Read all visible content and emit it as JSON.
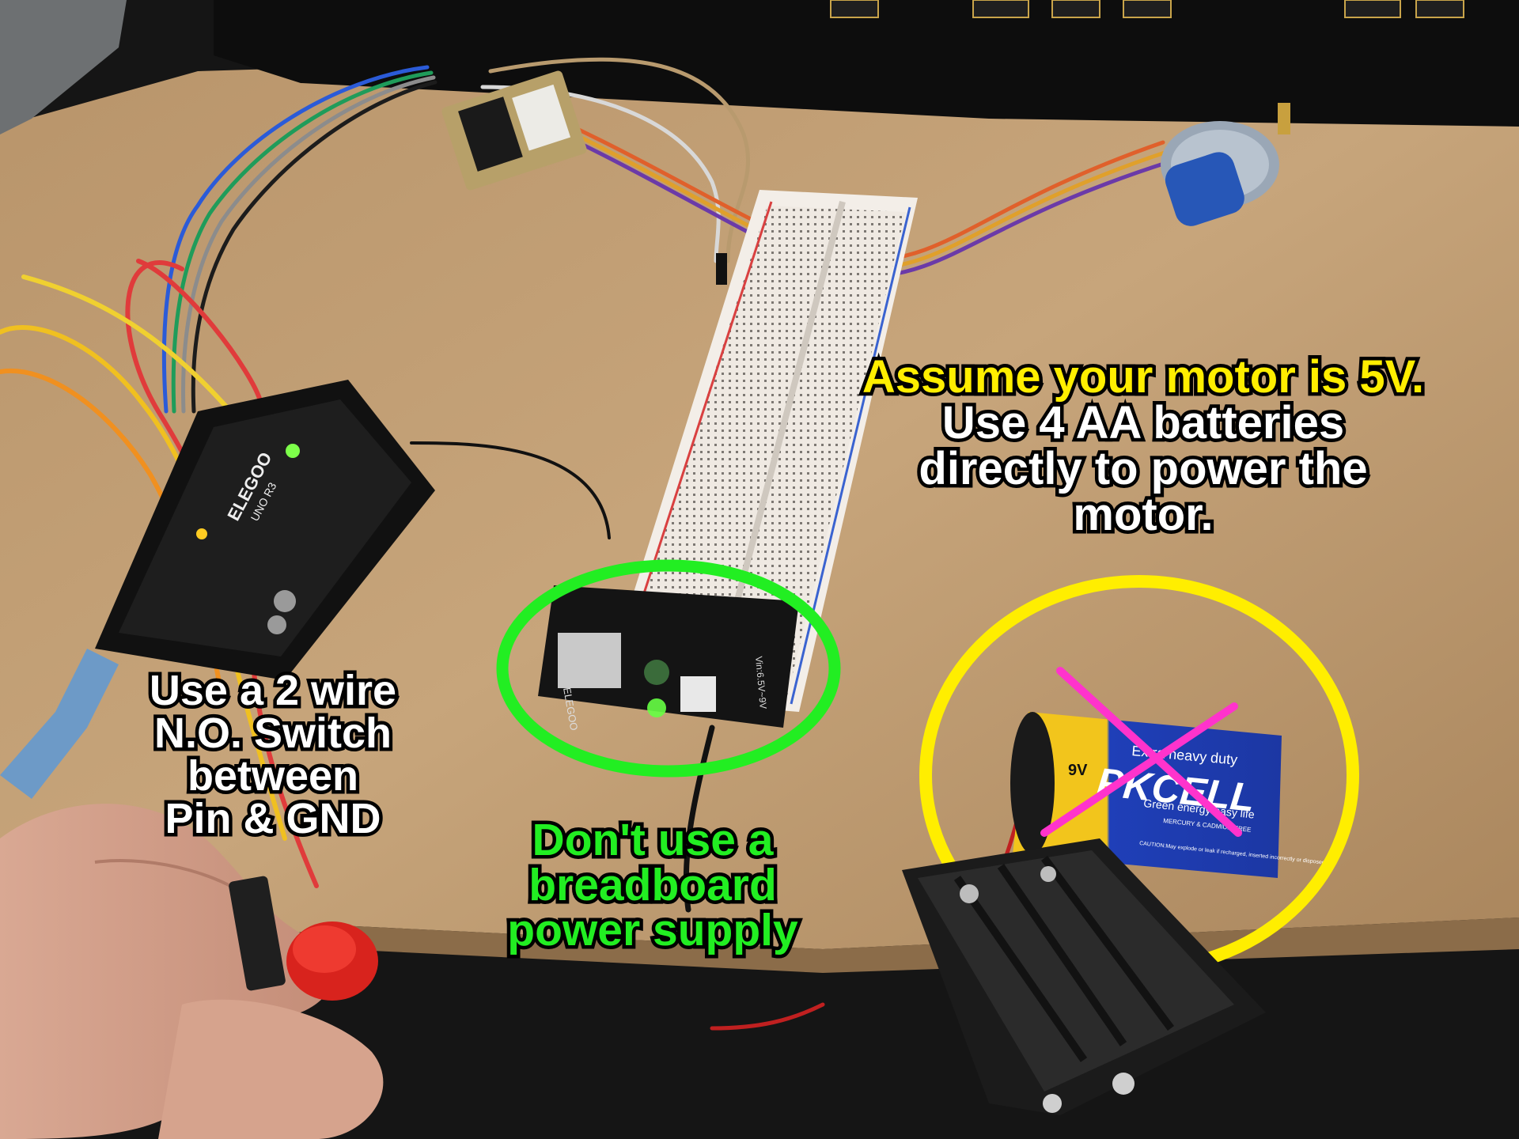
{
  "captions": {
    "motor": {
      "line1": "Assume your motor is 5V.",
      "line2": "Use 4 AA batteries",
      "line3": "directly to power the",
      "line4": "motor.",
      "highlight_color": "#ffee00",
      "color": "#ffffff"
    },
    "switch": {
      "line1": "Use a 2 wire",
      "line2": "N.O. Switch",
      "line3": "between",
      "line4": "Pin & GND",
      "color": "#ffffff"
    },
    "supply": {
      "line1": "Don't use a",
      "line2": "breadboard",
      "line3": "power supply",
      "color": "#22ee22"
    }
  },
  "board_labels": {
    "arduino_brand": "ELEGOO",
    "arduino_model": "UNO R3",
    "power_module_brand": "ELEGOO",
    "power_module_input": "Vin:6.5V~9V"
  },
  "battery_9v": {
    "voltage": "9V",
    "brand": "PKCELL",
    "tagline": "Extra heavy duty",
    "slogan": "Green energy easy life",
    "footnote": "MERCURY & CADMIUM FREE",
    "caution": "CAUTION:May explode or leak if recharged, inserted incorrectly or disposed of"
  },
  "annotations": {
    "ok_circle_color": "#22ee22",
    "warning_circle_color": "#ffee00",
    "cross_color": "#ff33cc"
  },
  "icons": [
    "stepper-motor-icon",
    "push-button-icon",
    "battery-holder-icon",
    "usb-cable-icon"
  ]
}
